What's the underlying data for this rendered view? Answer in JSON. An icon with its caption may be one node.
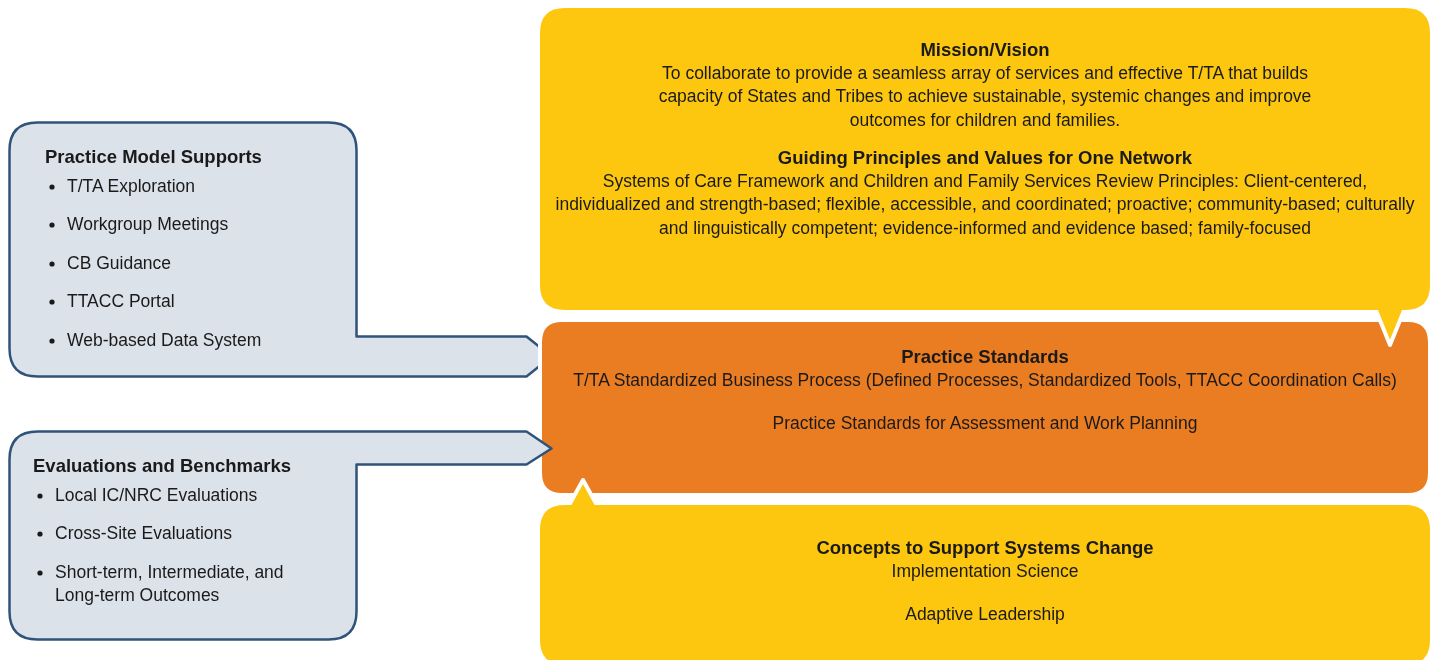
{
  "diagram": {
    "nodes": [
      {
        "text": [
          "Mission/Vision",
          "To collaborate to provide a seamless array of services and effective T/TA that builds capacity of States and Tribes to achieve sustainable, systemic changes and improve outcomes for children and families.",
          "Guiding Principles and Values for One Network",
          "Systems of Care Framework and Children and Family Services Review Principles: Client-centered, individualized and strength-based; flexible, accessible, and coordinated; proactive; community-based; culturally and linguistically competent; evidence-informed and evidence based; family-focused"
        ]
      },
      {
        "text": [
          "Practice Model Supports",
          "T/TA Exploration",
          "Workgroup Meetings",
          "CB Guidance",
          "TTACC Portal",
          "Web-based Data System"
        ]
      },
      {
        "text": [
          "Practice Standards",
          "T/TA Standardized Business Process (Defined Processes, Standardized Tools, TTACC Coordination Calls)",
          "Practice Standards for Assessment and Work Planning"
        ]
      },
      {
        "text": [
          "Evaluations and Benchmarks",
          "Local IC/NRC Evaluations",
          "Cross-Site Evaluations",
          "Short-term, Intermediate, and Long-term Outcomes"
        ]
      },
      {
        "text": [
          "Concepts to Support Systems Change",
          "Implementation Science",
          "Adaptive Leadership"
        ]
      }
    ]
  }
}
